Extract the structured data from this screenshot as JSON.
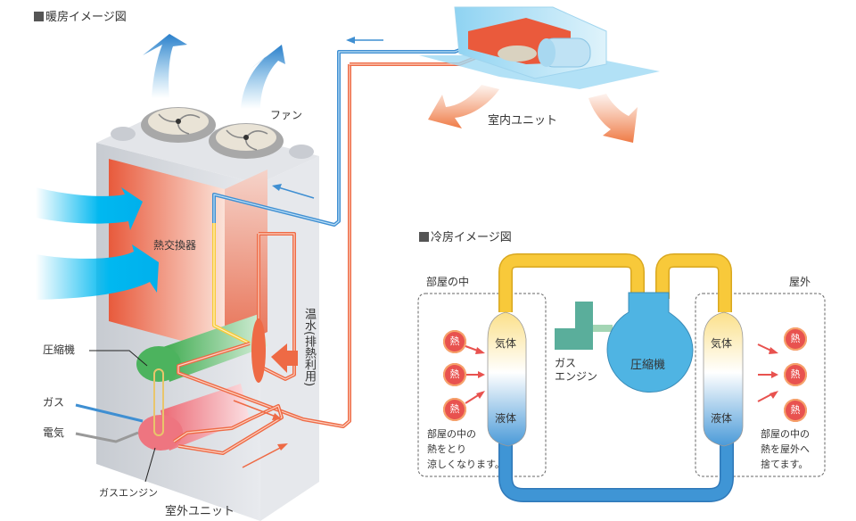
{
  "heating": {
    "title": "暖房イメージ図",
    "labels": {
      "fan": "ファン",
      "indoor_unit": "室内ユニット",
      "heat_exchanger": "熱交換器",
      "hot_water": "温水(排熱利用)",
      "compressor": "圧縮機",
      "gas": "ガス",
      "electricity": "電気",
      "gas_engine": "ガスエンジン",
      "outdoor_unit": "室外ユニット"
    }
  },
  "cooling": {
    "title": "冷房イメージ図",
    "indoor_zone_label": "部屋の中",
    "outdoor_zone_label": "屋外",
    "gas_state": "気体",
    "liquid_state": "液体",
    "compressor": "圧縮機",
    "gas_engine": "ガス\nエンジン",
    "heat_badge": "熱",
    "indoor_note": [
      "部屋の中の",
      "熱をとり",
      "涼しくなります。"
    ],
    "outdoor_note": [
      "部屋の中の",
      "熱を屋外へ",
      "捨てます。"
    ]
  },
  "colors": {
    "refrigerant_cold": "#3f8fd2",
    "refrigerant_hot": "#ee6a45",
    "gas_pipe_yellow": "#f8c93a",
    "compressor_blue": "#4fb4e3",
    "engine_green": "#5aae9b",
    "heat_red": "#e8524f"
  }
}
